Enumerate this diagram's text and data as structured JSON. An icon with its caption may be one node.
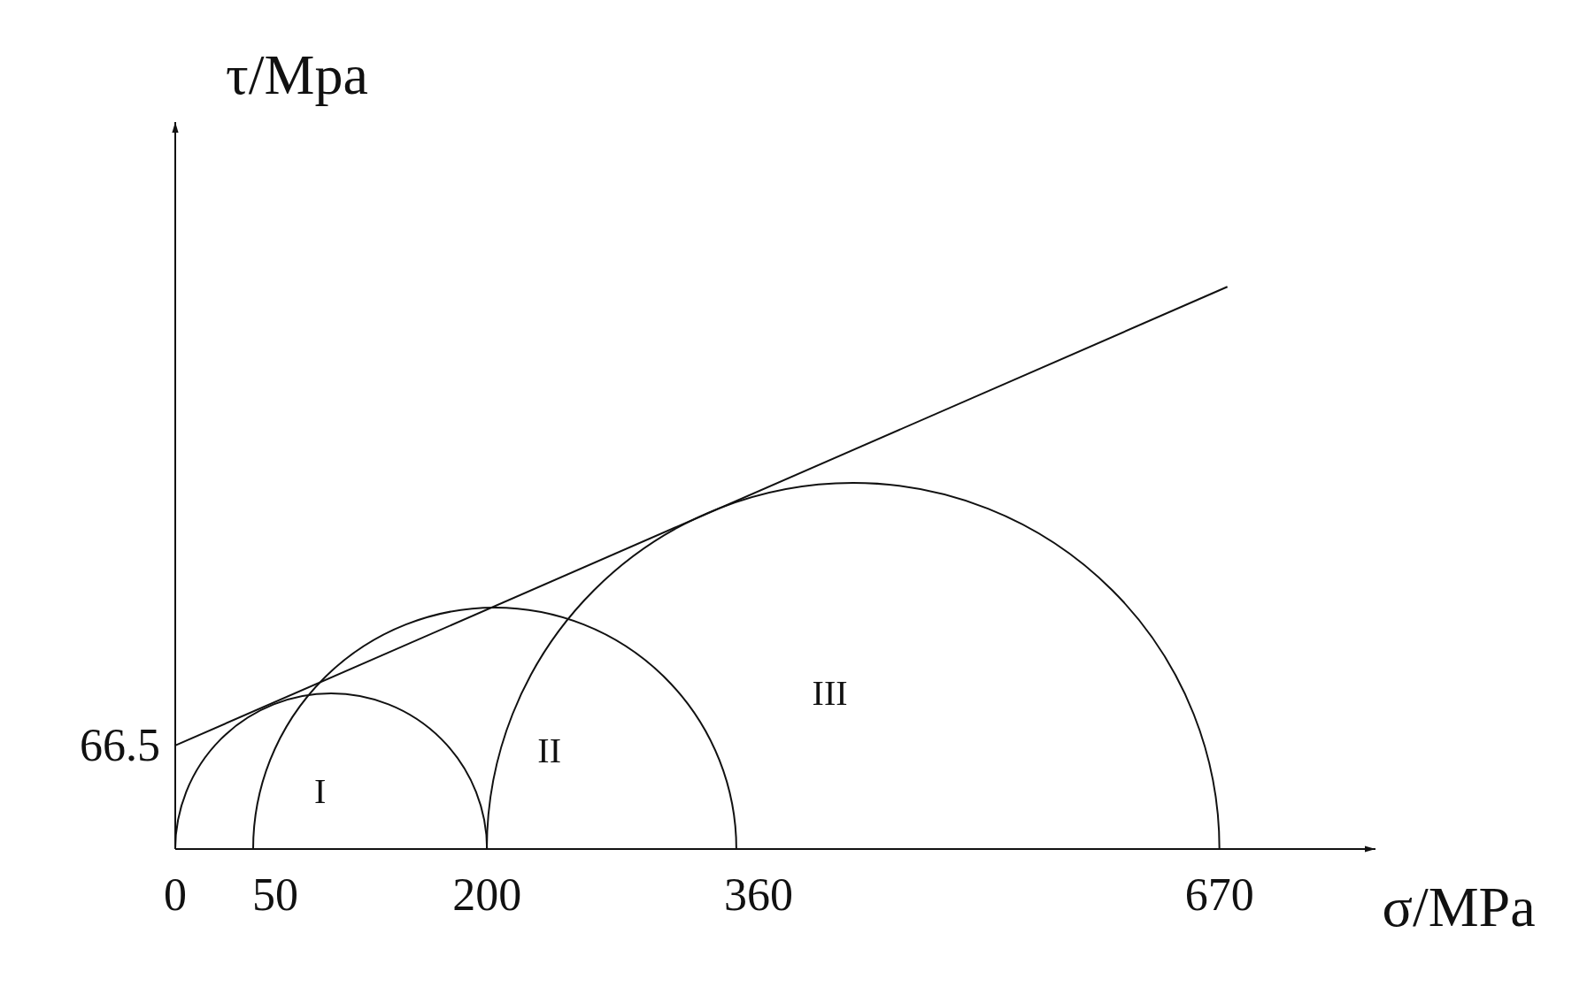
{
  "diagram": {
    "nodes": [
      {
        "text": [
          "I"
        ]
      },
      {
        "text": [
          "II"
        ]
      },
      {
        "text": [
          "III"
        ]
      }
    ],
    "labels": [
      "τ/Mpa",
      "66.5",
      "0",
      "50",
      "200",
      "360",
      "670",
      "σ/MPa"
    ]
  }
}
